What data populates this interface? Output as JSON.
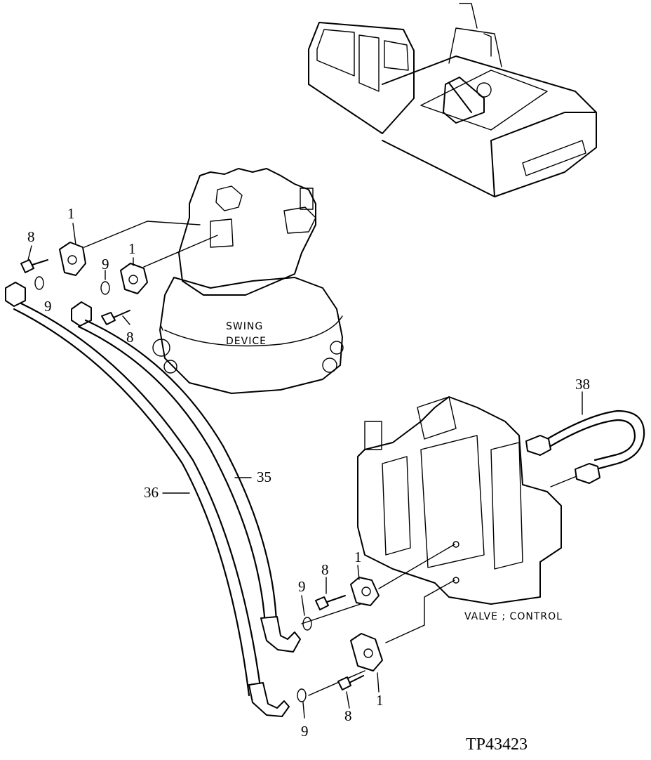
{
  "figure_id": "TP43423",
  "components": {
    "swing_device": {
      "line1": "SWING",
      "line2": "DEVICE"
    },
    "control_valve": {
      "label": "VALVE ; CONTROL"
    }
  },
  "callouts": {
    "c1a": "1",
    "c1b": "1",
    "c1c": "1",
    "c1d": "1",
    "c8a": "8",
    "c8b": "8",
    "c8c": "8",
    "c8d": "8",
    "c9a": "9",
    "c9b": "9",
    "c9c": "9",
    "c9d": "9",
    "c35": "35",
    "c36": "36",
    "c38": "38"
  }
}
